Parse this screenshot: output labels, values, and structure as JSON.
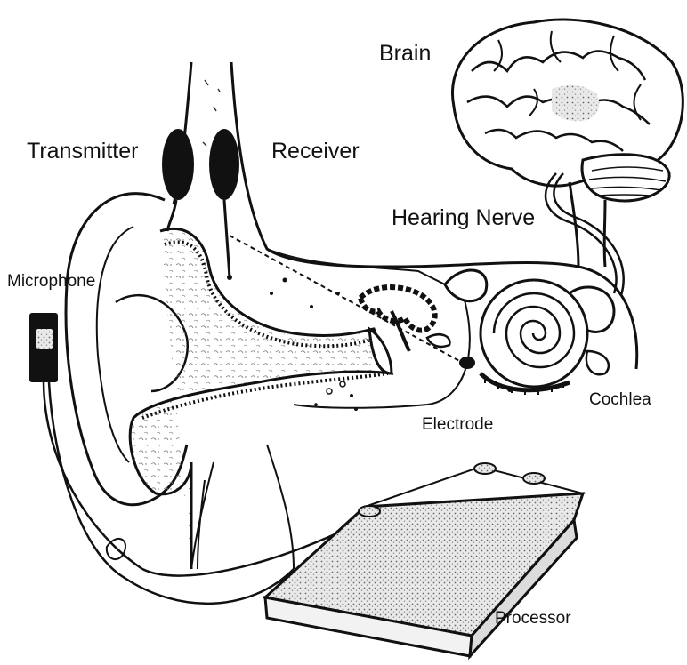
{
  "labels": {
    "brain": "Brain",
    "transmitter": "Transmitter",
    "receiver": "Receiver",
    "hearing_nerve": "Hearing Nerve",
    "microphone": "Microphone",
    "cochlea": "Cochlea",
    "electrode": "Electrode",
    "processor": "Processor"
  },
  "colors": {
    "ink": "#111111",
    "background": "#ffffff",
    "stipple": "#9a9a9a"
  }
}
